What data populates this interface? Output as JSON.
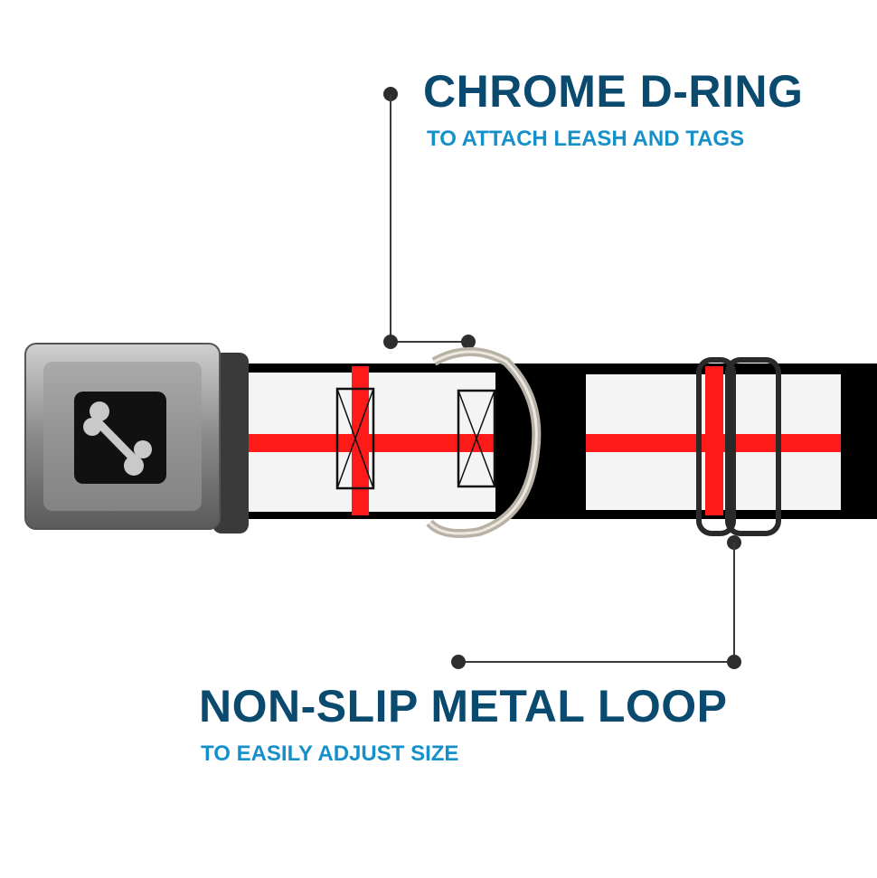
{
  "callouts": {
    "d_ring": {
      "title": "CHROME D-RING",
      "subtitle": "TO ATTACH LEASH AND TAGS"
    },
    "loop": {
      "title": "NON-SLIP METAL LOOP",
      "subtitle": "TO EASILY ADJUST SIZE"
    }
  },
  "colors": {
    "title": "#0b4a6f",
    "subtitle": "#1690c9",
    "cross": "#ff1a1a",
    "strap": "#000000"
  }
}
